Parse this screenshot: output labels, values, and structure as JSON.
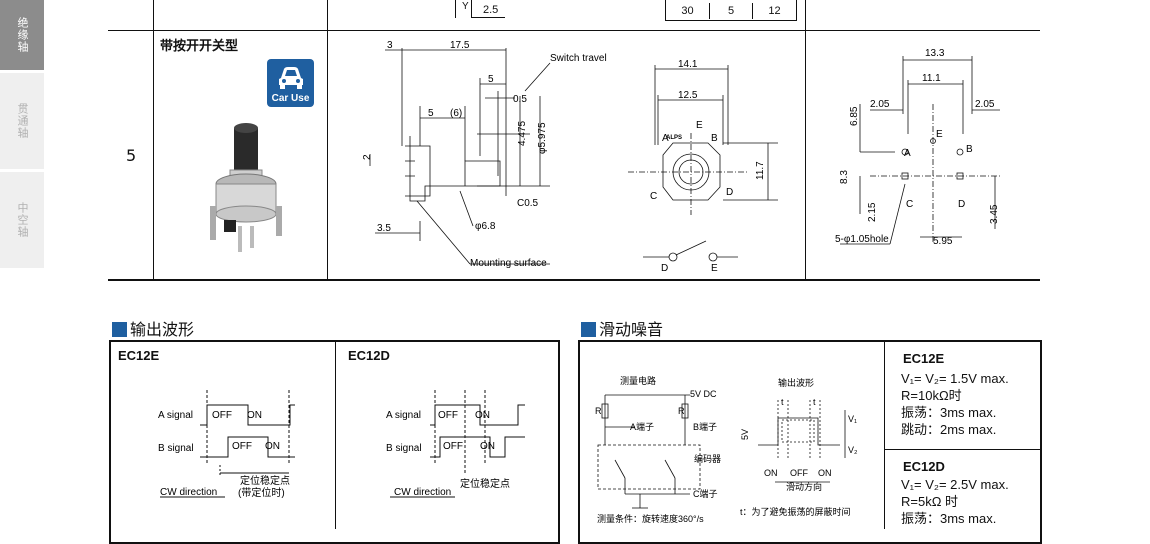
{
  "sidebar": {
    "tabs": [
      {
        "label": "绝缘轴",
        "active": true
      },
      {
        "label": "贯通轴",
        "active": false
      },
      {
        "label": "中空轴",
        "active": false
      }
    ]
  },
  "top_table": {
    "row_number": "5",
    "model_title": "带按开开关型",
    "badge_label": "Car Use",
    "prev_row": {
      "y_label": "Y",
      "dim": "2.5",
      "cells": [
        "30",
        "5",
        "12"
      ]
    }
  },
  "side_view": {
    "dims": [
      "3",
      "17.5",
      "5",
      "0.5",
      "5",
      "(6)",
      "4.475",
      "φ5.975",
      "2",
      "C0.5",
      "φ6.8",
      "3.5"
    ],
    "switch_travel": "Switch travel",
    "mounting_surface": "Mounting surface"
  },
  "front_view": {
    "dims": [
      "14.1",
      "12.5",
      "11.7"
    ],
    "pins": [
      "A",
      "E",
      "B",
      "C",
      "D"
    ],
    "logo": "ALPS",
    "switch_pins": [
      "D",
      "E"
    ]
  },
  "pcb_view": {
    "dims": [
      "13.3",
      "11.1",
      "2.05",
      "2.05",
      "6.85",
      "8.3",
      "2.15",
      "3.45",
      "5.95"
    ],
    "hole_label": "5-φ1.05hole",
    "pins": [
      "A",
      "E",
      "B",
      "C",
      "D"
    ]
  },
  "output_waveform": {
    "heading": "输出波形",
    "panels": [
      {
        "title": "EC12E",
        "a_label": "A signal",
        "b_label": "B signal",
        "a_states": [
          "OFF",
          "ON"
        ],
        "b_states": [
          "OFF",
          "ON"
        ],
        "detent": "定位稳定点",
        "detent_note": "(带定位时)",
        "direction": "CW direction"
      },
      {
        "title": "EC12D",
        "a_label": "A signal",
        "b_label": "B signal",
        "a_states": [
          "OFF",
          "ON"
        ],
        "b_states": [
          "OFF",
          "ON"
        ],
        "detent": "定位稳定点",
        "direction": "CW direction"
      }
    ]
  },
  "sliding_noise": {
    "heading": "滑动噪音",
    "circuit_title": "测量电路",
    "vdc": "5V DC",
    "resistor": "R",
    "terminal_a": "A端子",
    "terminal_b": "B端子",
    "terminal_c": "C端子",
    "encoder": "编码器",
    "condition": "测量条件：旋转速度360°/s",
    "waveform_title": "输出波形",
    "t_label": "t",
    "voltage": "5V",
    "v1": "V₁",
    "v2": "V₂",
    "states": [
      "ON",
      "OFF",
      "ON"
    ],
    "slide_dir": "滑动方向",
    "t_note": "t：为了避免振荡的屏蔽时间",
    "specs": [
      {
        "title": "EC12E",
        "lines": [
          "V₁= V₂= 1.5V max.",
          "R=10kΩ时",
          "振荡：3ms max.",
          "跳动：2ms max."
        ]
      },
      {
        "title": "EC12D",
        "lines": [
          "V₁= V₂= 2.5V max.",
          "R=5kΩ 时",
          "振荡：3ms max."
        ]
      }
    ]
  }
}
